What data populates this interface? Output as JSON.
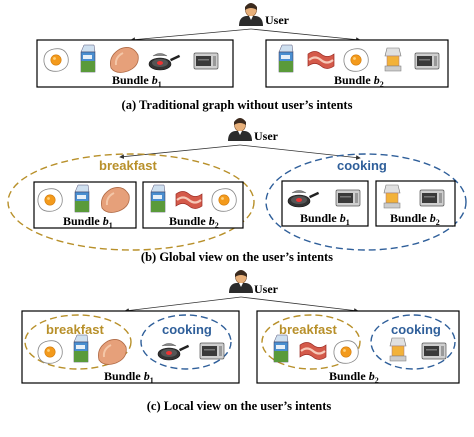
{
  "user_label": "User",
  "bundle_word": "Bundle",
  "bundle_var": "b",
  "bundle_1_sub": "1",
  "bundle_2_sub": "2",
  "intent_breakfast": "breakfast",
  "intent_cooking": "cooking",
  "captions": {
    "a": "(a) Traditional graph without user’s intents",
    "b": "(b) Global view on the user’s intents",
    "c": "(c) Local view on the user’s intents"
  },
  "colors": {
    "breakfast": "#b8902a",
    "cooking": "#2f5f9a"
  },
  "icons": [
    "user-icon",
    "egg-icon",
    "milk-carton-icon",
    "bread-icon",
    "frying-pan-icon",
    "microwave-icon",
    "bacon-icon",
    "juicer-icon"
  ]
}
